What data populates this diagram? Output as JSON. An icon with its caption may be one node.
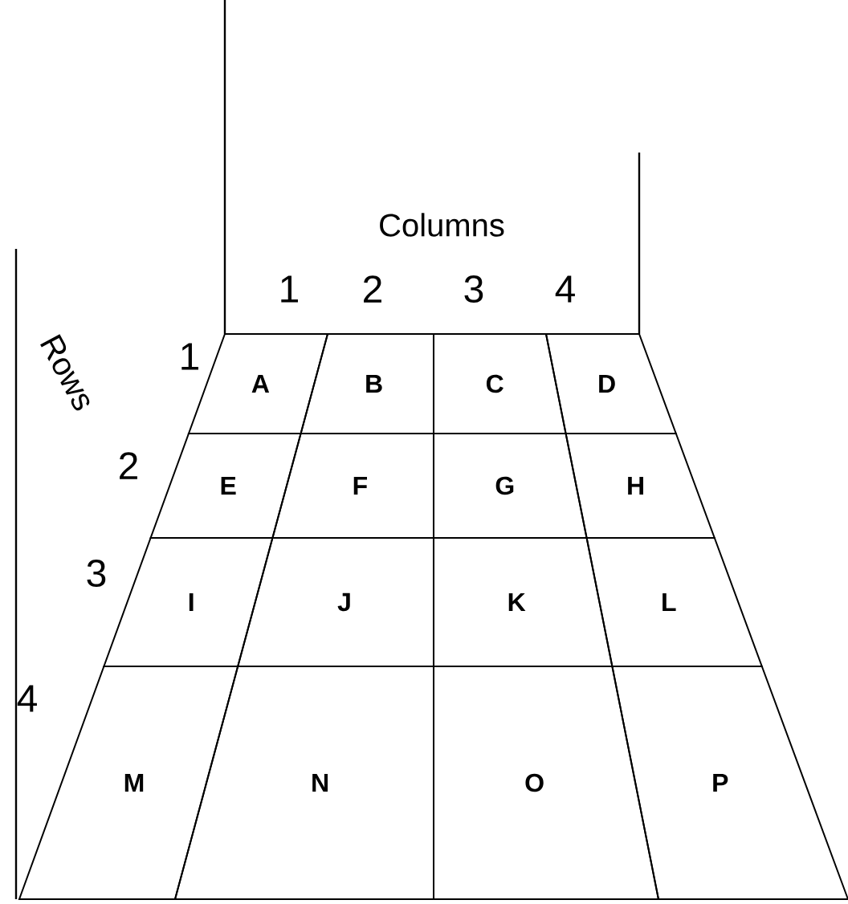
{
  "diagram": {
    "nodes": [
      {
        "text": [
          "A"
        ]
      },
      {
        "text": [
          "B"
        ]
      },
      {
        "text": [
          "C"
        ]
      },
      {
        "text": [
          "D"
        ]
      },
      {
        "text": [
          "E"
        ]
      },
      {
        "text": [
          "F"
        ]
      },
      {
        "text": [
          "G"
        ]
      },
      {
        "text": [
          "H"
        ]
      },
      {
        "text": [
          "I"
        ]
      },
      {
        "text": [
          "J"
        ]
      },
      {
        "text": [
          "K"
        ]
      },
      {
        "text": [
          "L"
        ]
      },
      {
        "text": [
          "M"
        ]
      },
      {
        "text": [
          "N"
        ]
      },
      {
        "text": [
          "O"
        ]
      },
      {
        "text": [
          "P"
        ]
      }
    ],
    "labels": [
      "Columns",
      "1",
      "2",
      "3",
      "4",
      "Rows",
      "1",
      "2",
      "3",
      "4"
    ]
  }
}
